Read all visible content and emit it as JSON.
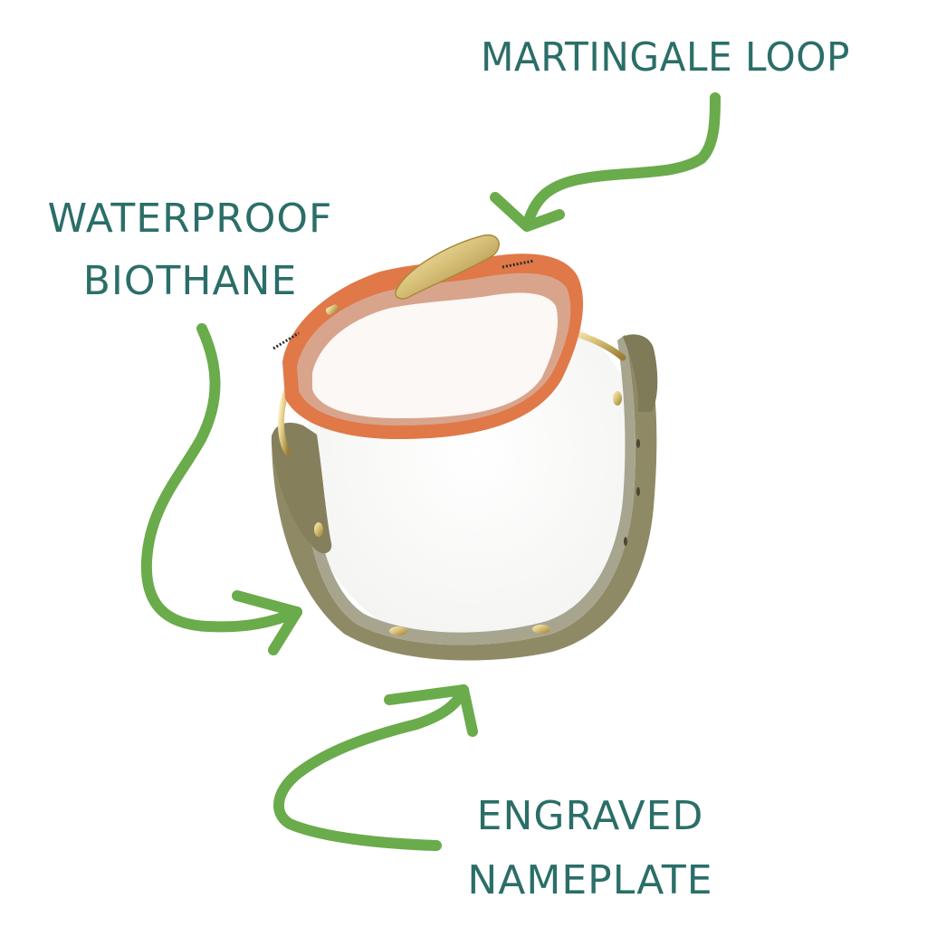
{
  "image": {
    "subject": "martingale dog collar product feature diagram",
    "background": "#ffffff"
  },
  "labels": {
    "martingale_loop": {
      "lines": [
        "MARTINGALE LOOP"
      ]
    },
    "waterproof_biothane": {
      "lines": [
        "WATERPROOF",
        "BIOTHANE"
      ]
    },
    "engraved_nameplate": {
      "lines": [
        "ENGRAVED",
        "NAMEPLATE"
      ]
    }
  },
  "colors": {
    "label_text": "#2b6e68",
    "arrow": "#6aab4b",
    "loop_strap": "#e07848",
    "loop_strap_inner": "#d9a48c",
    "main_strap": "#8f8a66",
    "main_strap_inner": "#a8a58f",
    "hardware_brass": "#d9c27a"
  },
  "arrows": [
    {
      "name": "arrow-to-martingale-loop",
      "points_to": "martingale loop"
    },
    {
      "name": "arrow-to-biothane",
      "points_to": "biothane strap"
    },
    {
      "name": "arrow-to-nameplate",
      "points_to": "nameplate"
    }
  ]
}
